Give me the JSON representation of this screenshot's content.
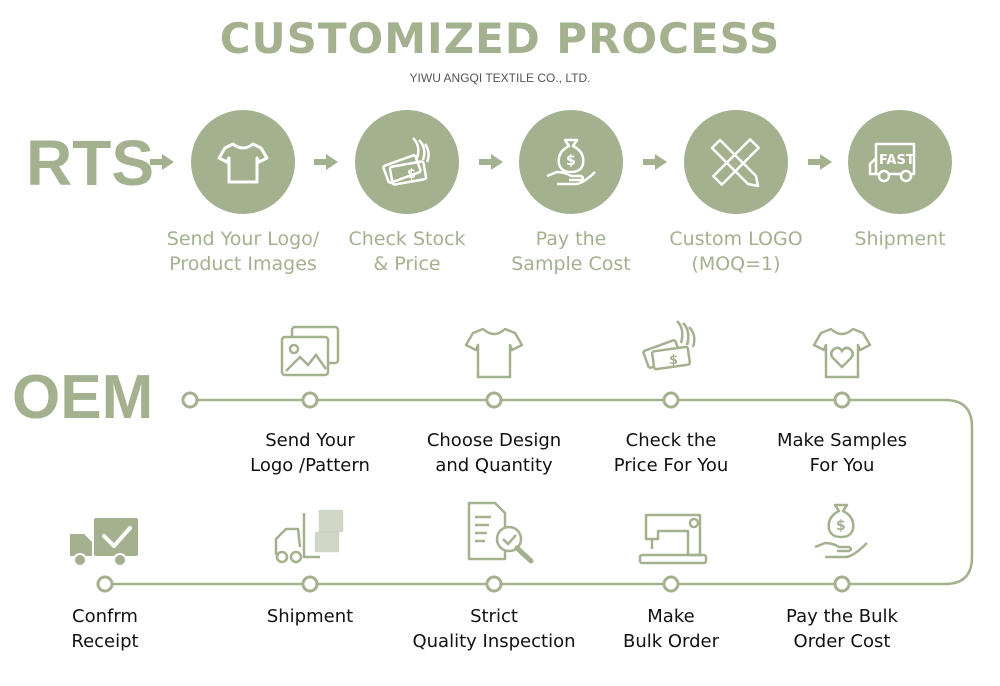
{
  "header": {
    "title": "CUSTOMIZED PROCESS",
    "subtitle": "YIWU ANGQI TEXTILE CO., LTD."
  },
  "rts": {
    "label": "RTS",
    "steps": [
      {
        "line1": "Send Your Logo/",
        "line2": "Product Images",
        "icon": "tshirt-icon"
      },
      {
        "line1": "Check Stock",
        "line2": "& Price",
        "icon": "money-icon"
      },
      {
        "line1": "Pay the",
        "line2": "Sample Cost",
        "icon": "money-bag-hand-icon"
      },
      {
        "line1": "Custom LOGO",
        "line2": "(MOQ=1)",
        "icon": "pencil-ruler-icon"
      },
      {
        "line1": "Shipment",
        "line2": "",
        "icon": "fast-truck-icon",
        "truck_text": "FAST"
      }
    ]
  },
  "oem": {
    "label": "OEM",
    "top_steps": [
      {
        "line1": "Send Your",
        "line2": "Logo /Pattern",
        "icon": "image-gallery-icon"
      },
      {
        "line1": "Choose Design",
        "line2": "and Quantity",
        "icon": "tshirt-outline-icon"
      },
      {
        "line1": "Check the",
        "line2": "Price For You",
        "icon": "money-icon"
      },
      {
        "line1": "Make Samples",
        "line2": "For You",
        "icon": "heart-tshirt-icon"
      }
    ],
    "bottom_steps": [
      {
        "line1": "Confrm",
        "line2": "Receipt",
        "icon": "delivery-truck-check-icon"
      },
      {
        "line1": "Shipment",
        "line2": "",
        "icon": "forklift-icon"
      },
      {
        "line1": "Strict",
        "line2": "Quality Inspection",
        "icon": "document-search-icon"
      },
      {
        "line1": "Make",
        "line2": "Bulk Order",
        "icon": "sewing-machine-icon"
      },
      {
        "line1": "Pay the Bulk",
        "line2": "Order Cost",
        "icon": "money-bag-hand-icon"
      }
    ]
  },
  "colors": {
    "accent": "#a3b18f",
    "text": "#111111"
  }
}
